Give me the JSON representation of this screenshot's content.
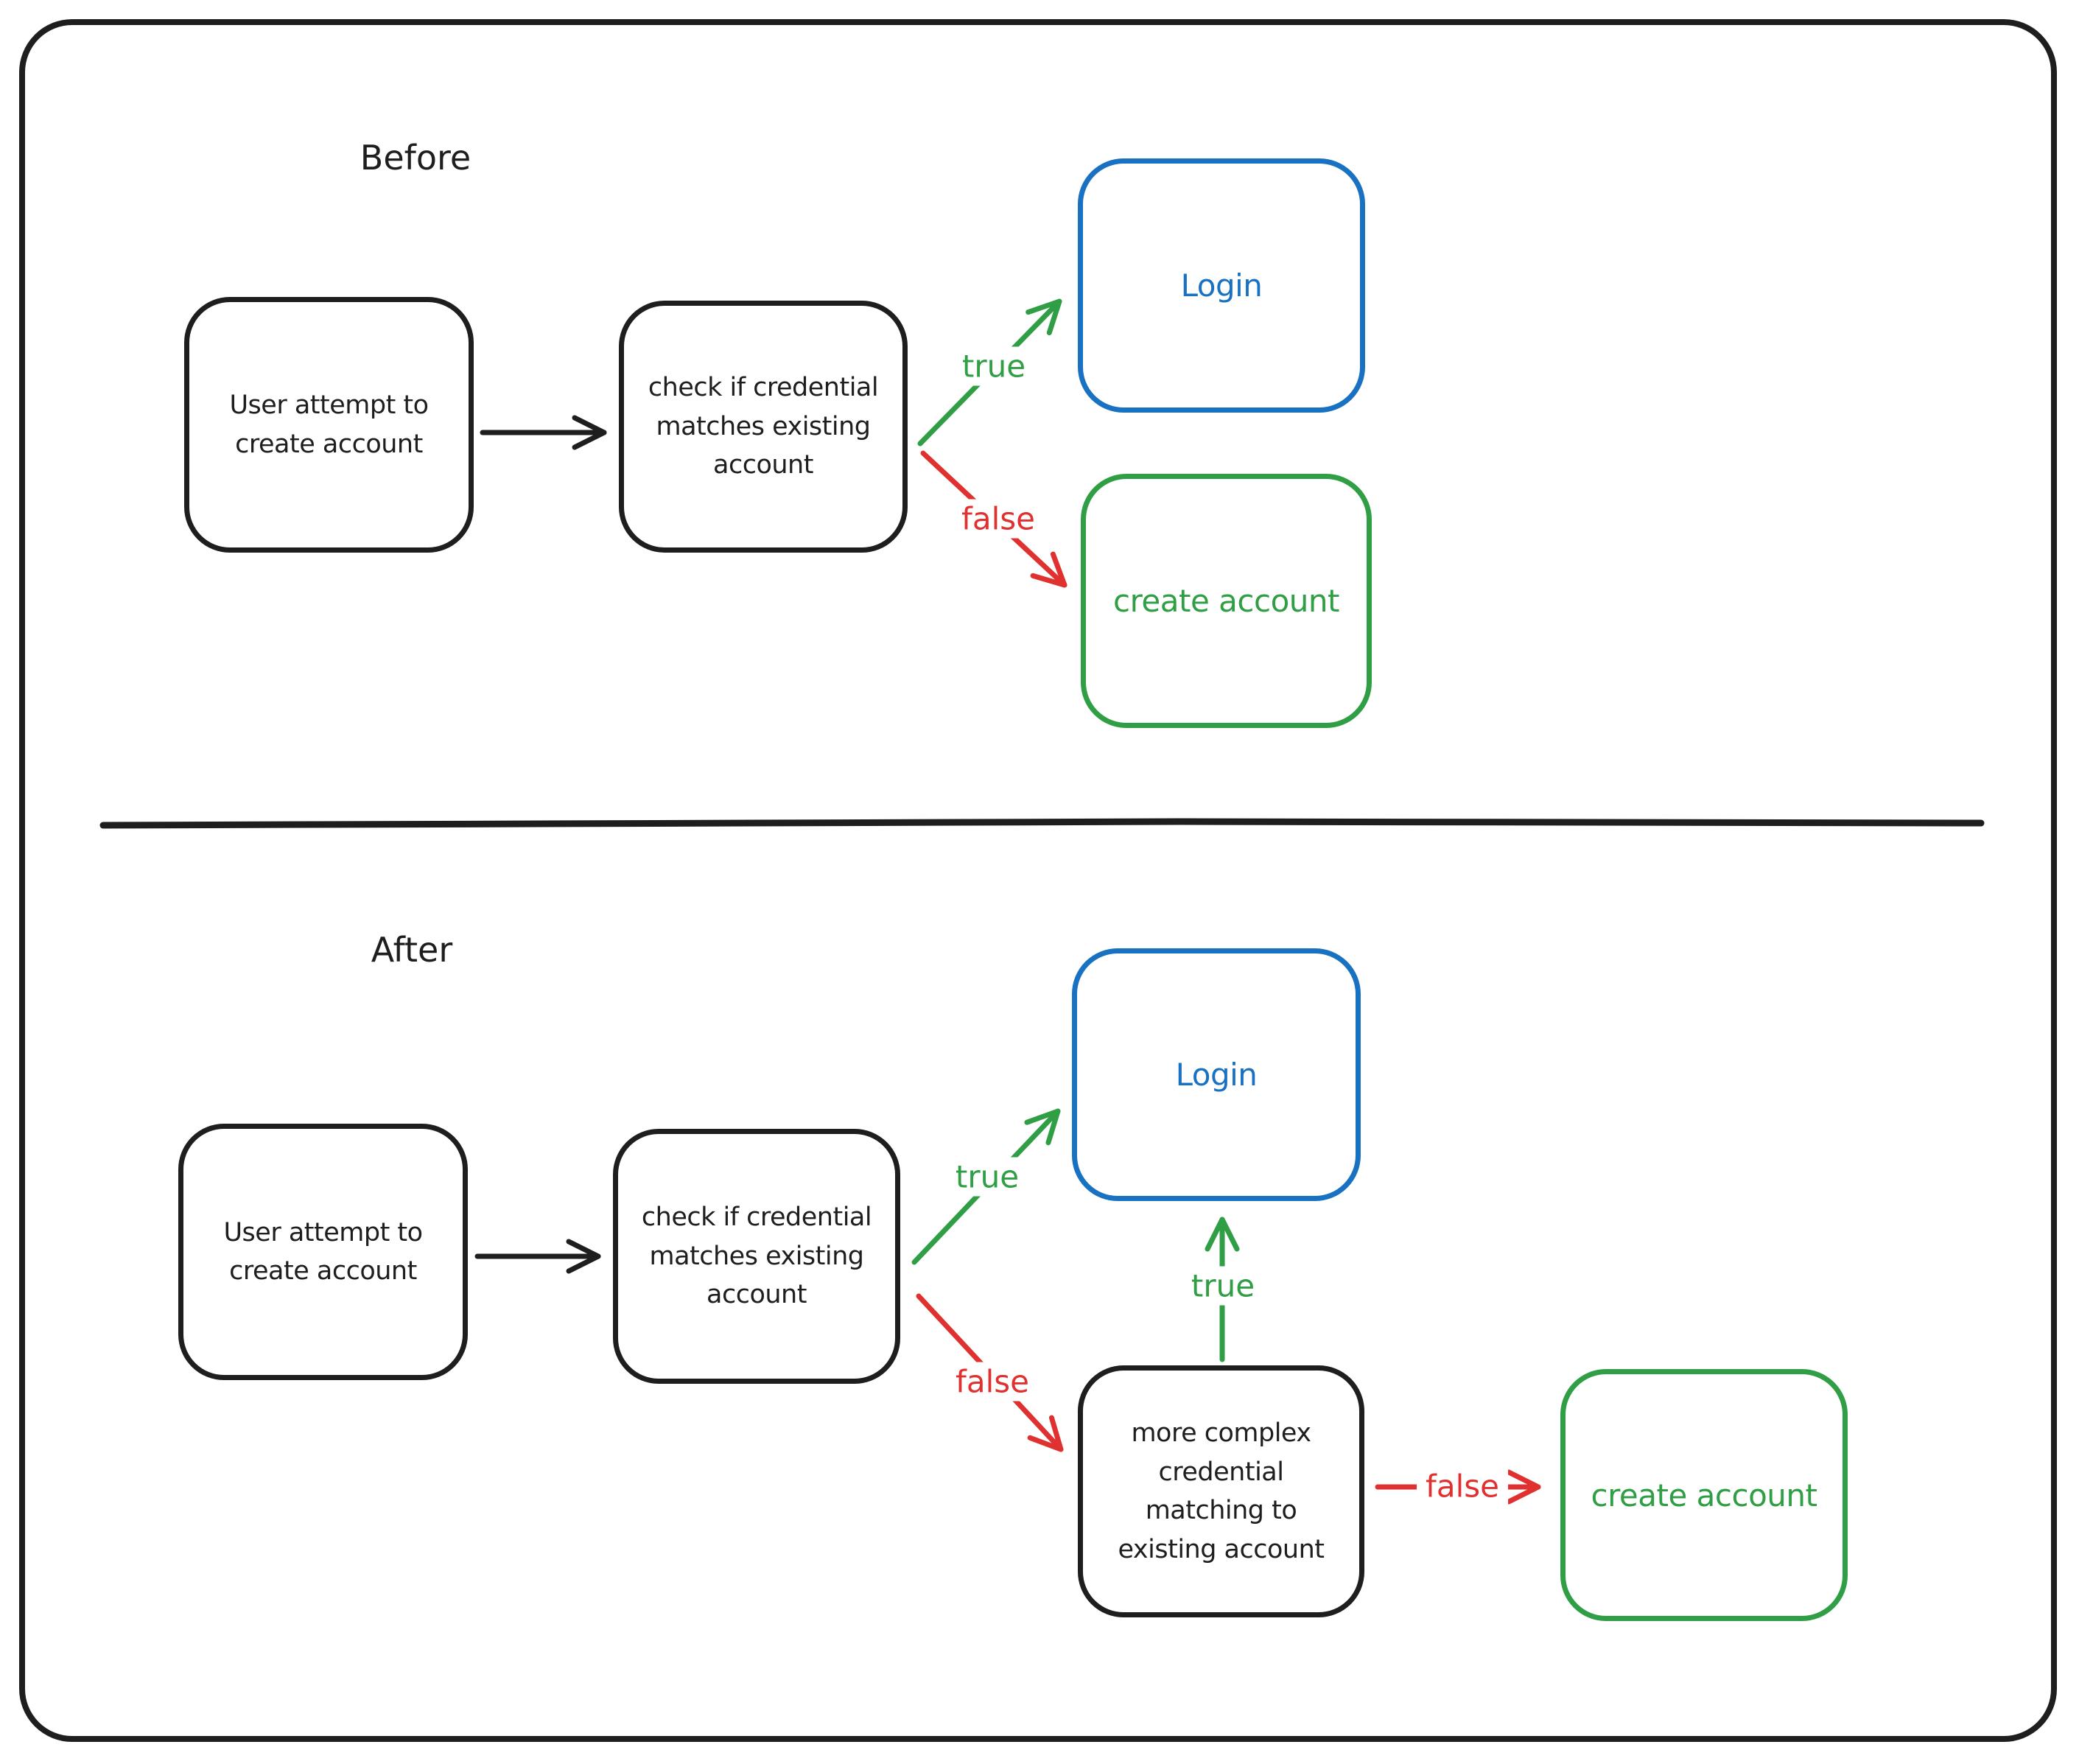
{
  "diagram_title": "",
  "colors": {
    "ink": "#1e1e1e",
    "blue": "#1971c2",
    "green": "#2f9e44",
    "red": "#e03131",
    "background": "#ffffff"
  },
  "before": {
    "section_label": "Before",
    "nodes": {
      "user": {
        "label": "User attempt to\ncreate account"
      },
      "check": {
        "label": "check if credential\nmatches existing\naccount"
      },
      "login": {
        "label": "Login"
      },
      "create": {
        "label": "create account"
      }
    },
    "edge_labels": {
      "check_true": "true",
      "check_false": "false"
    }
  },
  "after": {
    "section_label": "After",
    "nodes": {
      "user": {
        "label": "User attempt to\ncreate account"
      },
      "check": {
        "label": "check if credential\nmatches existing\naccount"
      },
      "login": {
        "label": "Login"
      },
      "complex": {
        "label": "more complex\ncredential\nmatching to\nexisting account"
      },
      "create": {
        "label": "create account"
      }
    },
    "edge_labels": {
      "check_true": "true",
      "check_false": "false",
      "complex_true": "true",
      "complex_false": "false"
    }
  }
}
